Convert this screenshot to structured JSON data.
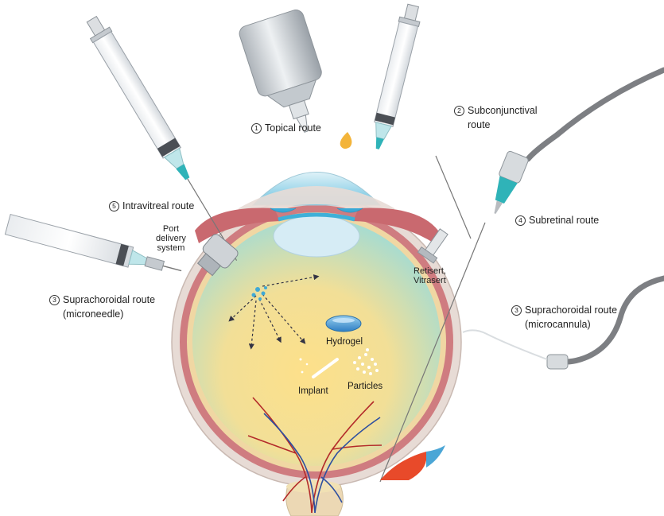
{
  "routes": {
    "topical": {
      "num": "1",
      "text": "Topical route"
    },
    "subconjunctival": {
      "num": "2",
      "line1": "Subconjunctival",
      "line2": "route"
    },
    "suprachoroidal_needle": {
      "num": "3",
      "line1": "Suprachoroidal route",
      "line2": "(microneedle)"
    },
    "suprachoroidal_cannula": {
      "num": "3",
      "line1": "Suprachoroidal route",
      "line2": "(microcannula)"
    },
    "subretinal": {
      "num": "4",
      "text": "Subretinal route"
    },
    "intravitreal": {
      "num": "5",
      "text": "Intravitreal route"
    }
  },
  "devices": {
    "port_line1": "Port",
    "port_line2": "delivery",
    "port_line3": "system",
    "retisert_line1": "Retisert,",
    "retisert_line2": "Vitrasert"
  },
  "formulations": {
    "hydrogel": "Hydrogel",
    "implant": "Implant",
    "particles": "Particles"
  },
  "colors": {
    "vitreous_center": "#fde08a",
    "vitreous_edge": "#a9dccf",
    "choroid": "#c9696f",
    "lens": "#d6ecf5",
    "needle_hub": "#2fb3b8",
    "tube": "#7d7f83"
  }
}
